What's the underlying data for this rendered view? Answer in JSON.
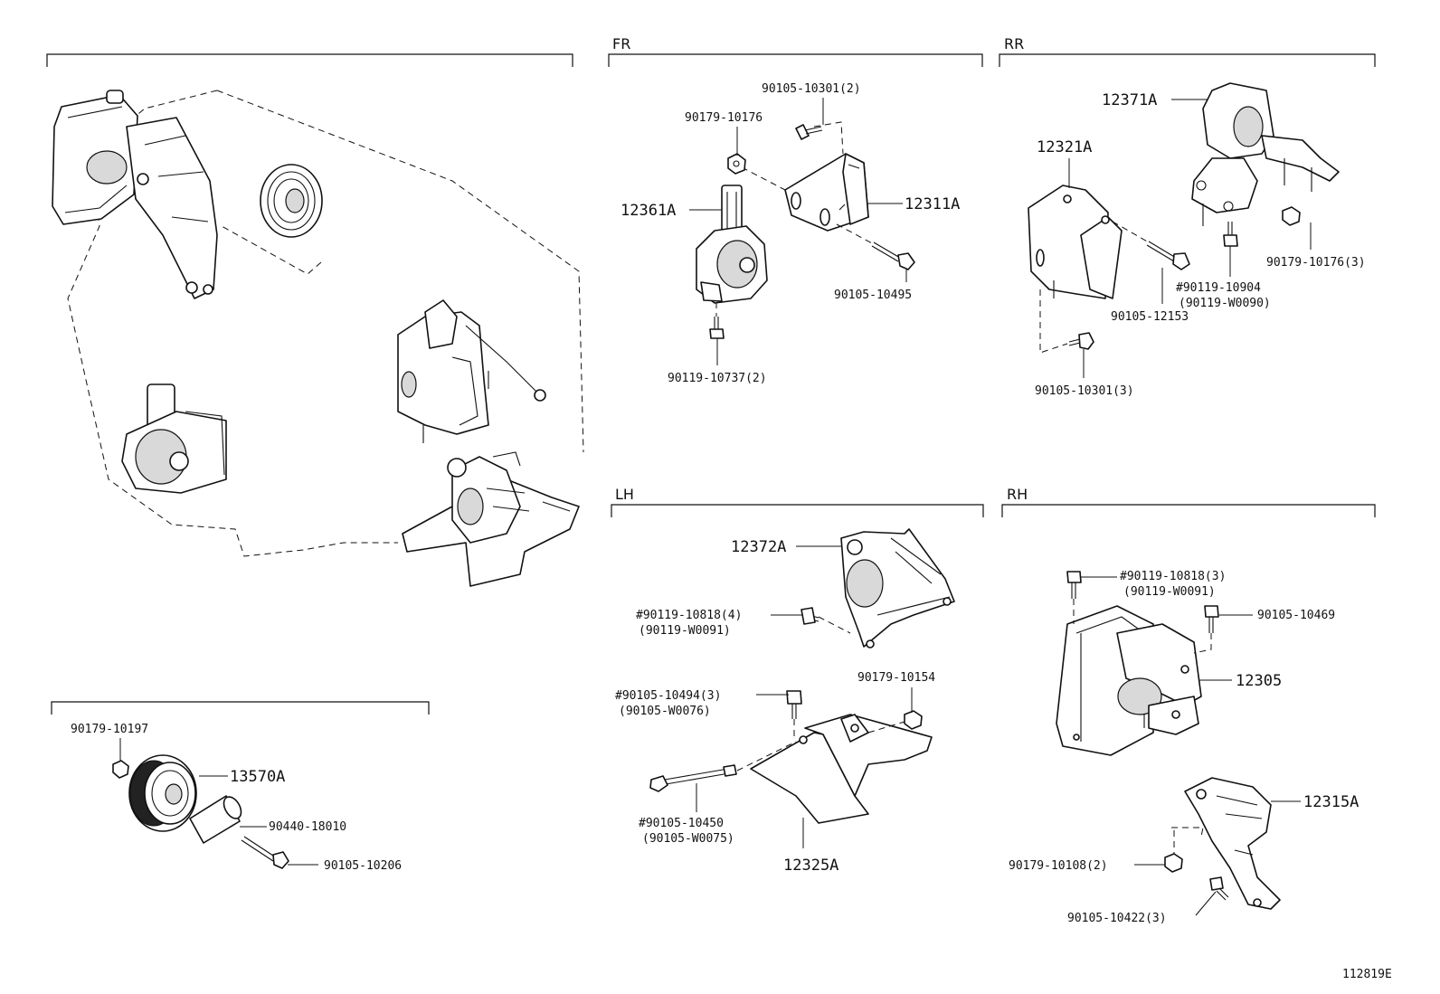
{
  "sections": {
    "fr": "FR",
    "rr": "RR",
    "lh": "LH",
    "rh": "RH"
  },
  "parts": {
    "fr_bolt_10301": "90105-10301(2)",
    "fr_nut_10176": "90179-10176",
    "fr_mount_12361a": "12361A",
    "fr_bracket_12311a": "12311A",
    "fr_bolt_10495": "90105-10495",
    "fr_bolt_10737": "90119-10737(2)",
    "rr_mount_12371a": "12371A",
    "rr_bracket_12321a": "12321A",
    "rr_nut_10176": "90179-10176(3)",
    "rr_bolt_10904": "#90119-10904",
    "rr_bolt_w0090": "(90119-W0090)",
    "rr_bolt_12153": "90105-12153",
    "rr_bolt_10301": "90105-10301(3)",
    "lh_mount_12372a": "12372A",
    "lh_bolt_10818": "#90119-10818(4)",
    "lh_bolt_w0091": "(90119-W0091)",
    "lh_bolt_10494": "#90105-10494(3)",
    "lh_bolt_w0076": "(90105-W0076)",
    "lh_nut_10154": "90179-10154",
    "lh_bolt_10450": "#90105-10450",
    "lh_bolt_w0075": "(90105-W0075)",
    "lh_bracket_12325a": "12325A",
    "rh_bolt_10818": "#90119-10818(3)",
    "rh_bolt_w0091": "(90119-W0091)",
    "rh_bolt_10469": "90105-10469",
    "rh_mount_12305": "12305",
    "rh_bracket_12315a": "12315A",
    "rh_nut_10108": "90179-10108(2)",
    "rh_bolt_10422": "90105-10422(3)",
    "pl_nut_10197": "90179-10197",
    "pl_pulley_13570a": "13570A",
    "pl_collar_18010": "90440-18010",
    "pl_bolt_10206": "90105-10206"
  },
  "figure_id": "112819E"
}
